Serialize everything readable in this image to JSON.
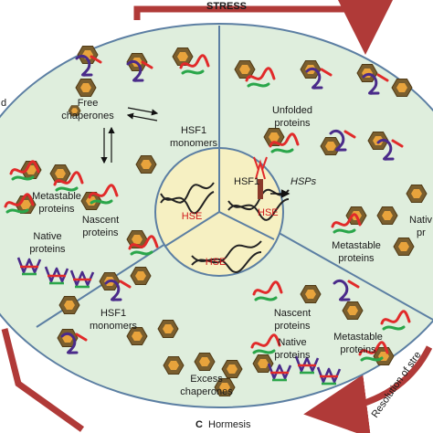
{
  "panels": {
    "top": {
      "arrow_label": "STRESS"
    },
    "left": {
      "free_chaperones": [
        "Free",
        "chaperones"
      ],
      "hsf1_monomers": [
        "HSF1",
        "monomers"
      ],
      "metastable_proteins": [
        "Metastable",
        "proteins"
      ],
      "nascent_proteins": [
        "Nascent",
        "proteins"
      ],
      "native_proteins": [
        "Native",
        "proteins"
      ],
      "edge_fragment": "d"
    },
    "right": {
      "unfolded_proteins": [
        "Unfolded",
        "proteins"
      ],
      "metastable_proteins": [
        "Metastable",
        "proteins"
      ],
      "native_fragment": "Nativ",
      "native_fragment_2": "pr"
    },
    "center": {
      "hse_left": "HSE",
      "hsf1": "HSF1",
      "hsps": "HSPs",
      "hse_right": "HSE",
      "hse_bottom": "HSE"
    },
    "bottom": {
      "hsf1_monomers": [
        "HSF1",
        "monomers"
      ],
      "nascent_proteins": [
        "Nascent",
        "proteins"
      ],
      "native_proteins": [
        "Native",
        "proteins"
      ],
      "metastable_proteins": [
        "Metastable",
        "proteins"
      ],
      "excess_chaperones": [
        "Excess",
        "chaperones"
      ],
      "panel_letter": "C",
      "panel_title": "Hormesis",
      "resolution_label": "Resolution of stre"
    }
  },
  "colors": {
    "outer_fill": "#dfeedd",
    "border": "#5c7fa3",
    "center_fill": "#f6f0c2",
    "cycle_arrow": "#b03a38",
    "chaperone_body": "#7a5e2e",
    "chaperone_core": "#e8a33c",
    "protein_red": "#e12a2a",
    "protein_green": "#2aa64a",
    "protein_purple": "#4a2b8a",
    "text_red": "#d0191c"
  }
}
